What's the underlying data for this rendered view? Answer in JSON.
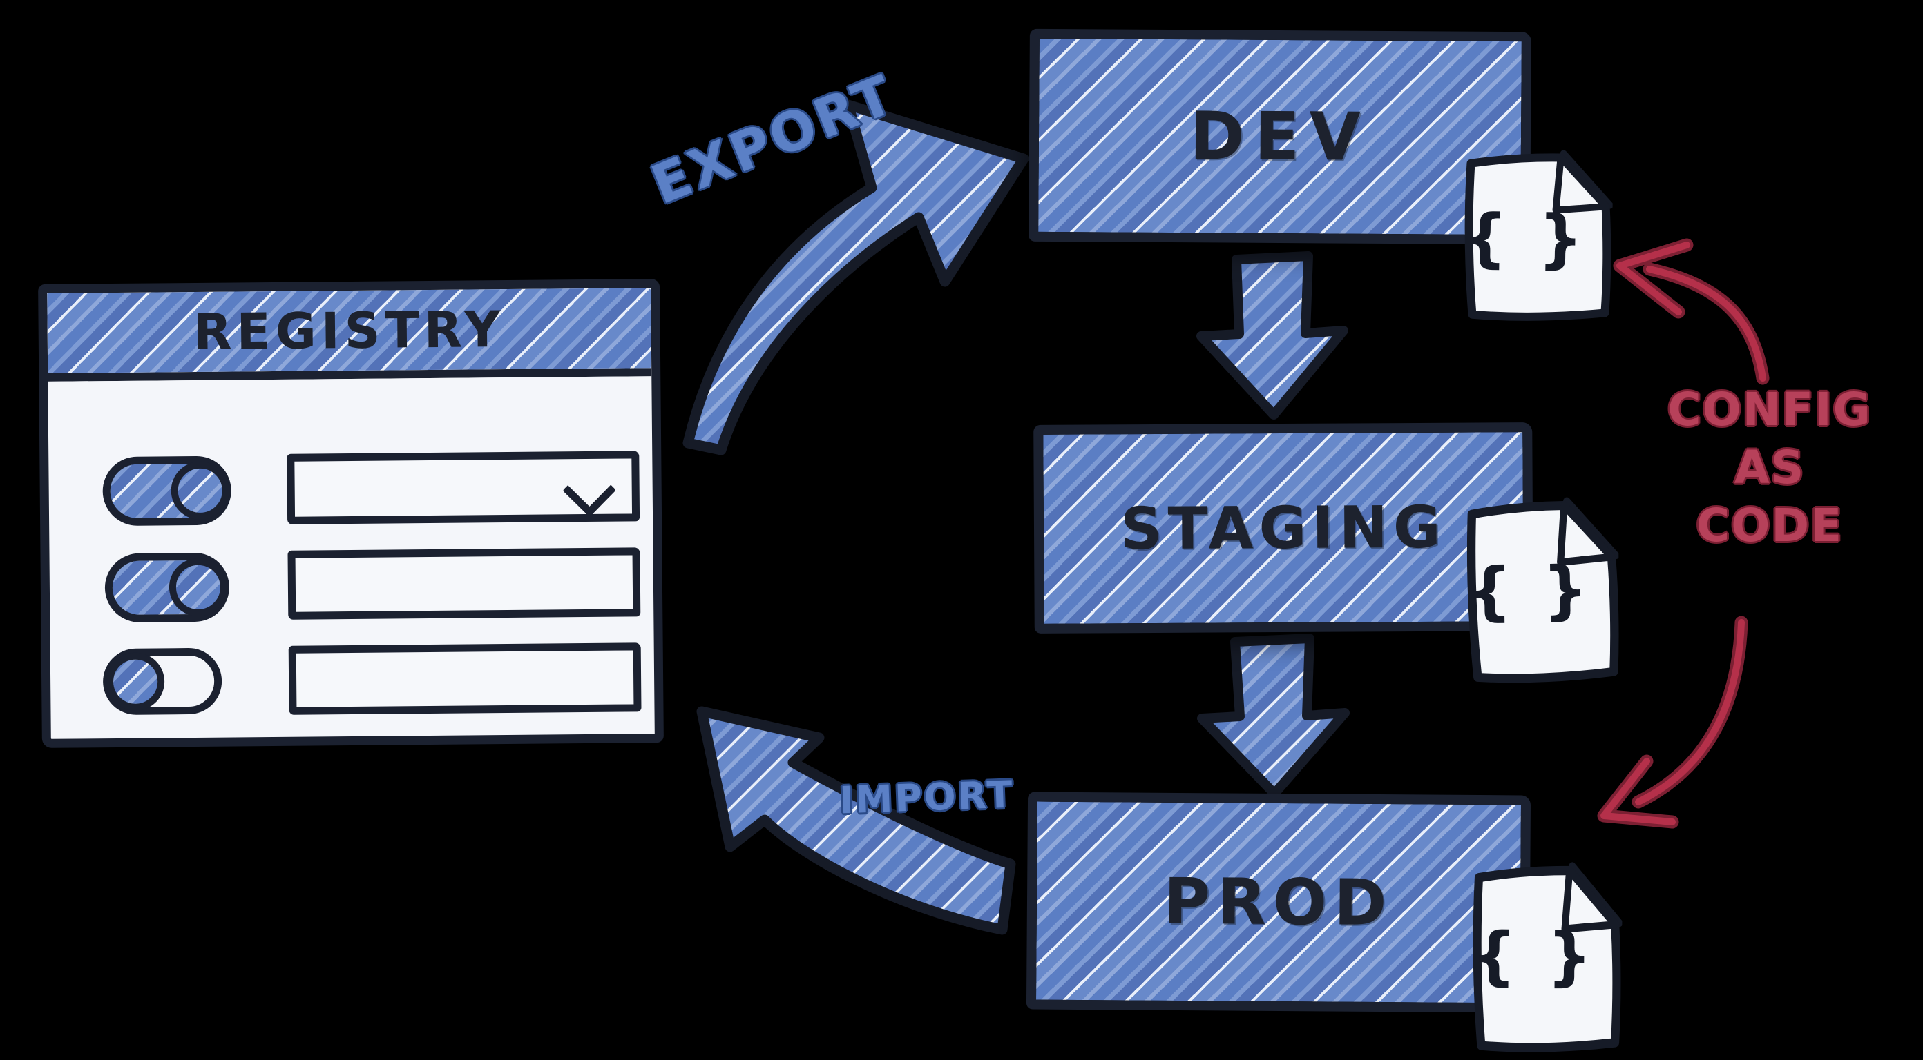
{
  "registry": {
    "title": "REGISTRY",
    "toggles": [
      {
        "id": "toggle-1",
        "state": "on"
      },
      {
        "id": "toggle-2",
        "state": "on"
      },
      {
        "id": "toggle-3",
        "state": "off"
      }
    ],
    "fields": [
      {
        "id": "field-1",
        "type": "dropdown"
      },
      {
        "id": "field-2",
        "type": "text"
      },
      {
        "id": "field-3",
        "type": "text"
      }
    ]
  },
  "environments": [
    {
      "label": "DEV"
    },
    {
      "label": "STAGING"
    },
    {
      "label": "PROD"
    }
  ],
  "flow_labels": {
    "export": "EXPORT",
    "import": "IMPORT"
  },
  "annotation": {
    "lines": [
      "CONFIG",
      "AS",
      "CODE"
    ]
  },
  "file_icon": {
    "glyph": "{ }"
  },
  "colors": {
    "marker_blue": "#5b7ec4",
    "marker_blue_light": "#8fa8da",
    "ink": "#1b2130",
    "flow_label_blue": "#5b80c6",
    "flow_label_outline": "#2a4a88",
    "annotation_red": "#b5304a",
    "annotation_red_outline": "#7c1f33"
  }
}
